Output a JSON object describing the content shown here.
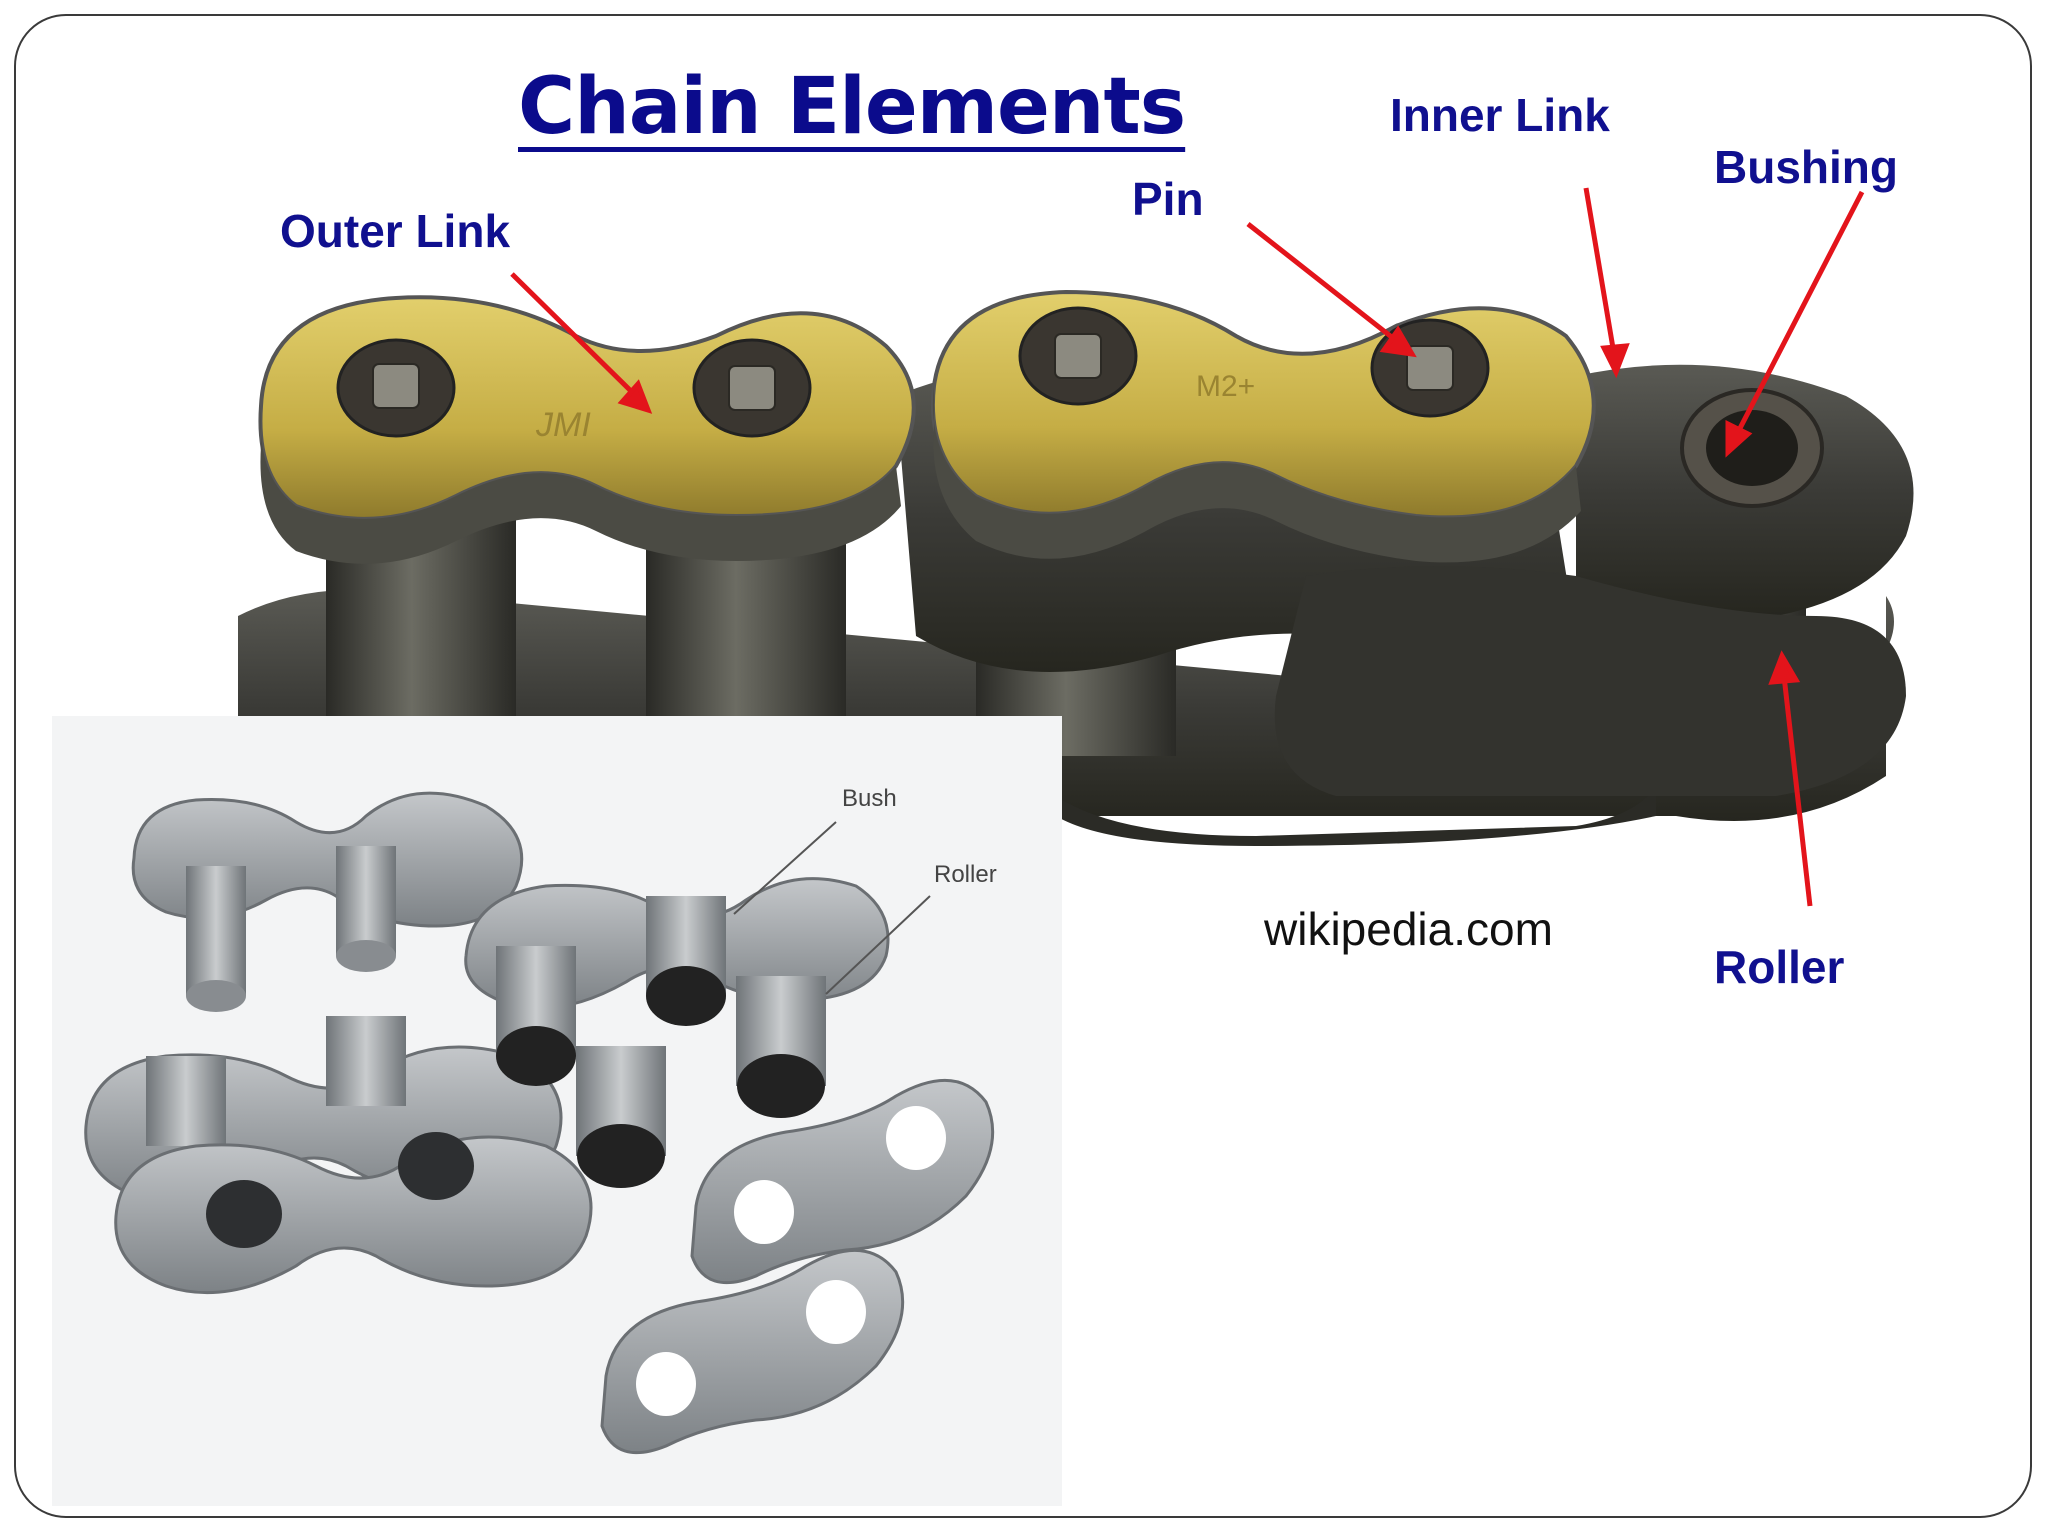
{
  "slide": {
    "title": "Chain Elements",
    "labels": {
      "outer_link": "Outer Link",
      "pin": "Pin",
      "inner_link": "Inner Link",
      "bushing": "Bushing",
      "roller": "Roller"
    },
    "source": "wikipedia.com",
    "exploded_view_labels": {
      "bush": "Bush",
      "roller": "Roller"
    }
  },
  "colors": {
    "title": "#0b0b8c",
    "label": "#10108f",
    "arrow": "#e3141b",
    "gold_plate": "#c9b24a",
    "steel": "#8f9498",
    "dark_steel": "#3c3c3a"
  },
  "icons": [
    "roller-chain-photo",
    "exploded-chain-link-render"
  ]
}
